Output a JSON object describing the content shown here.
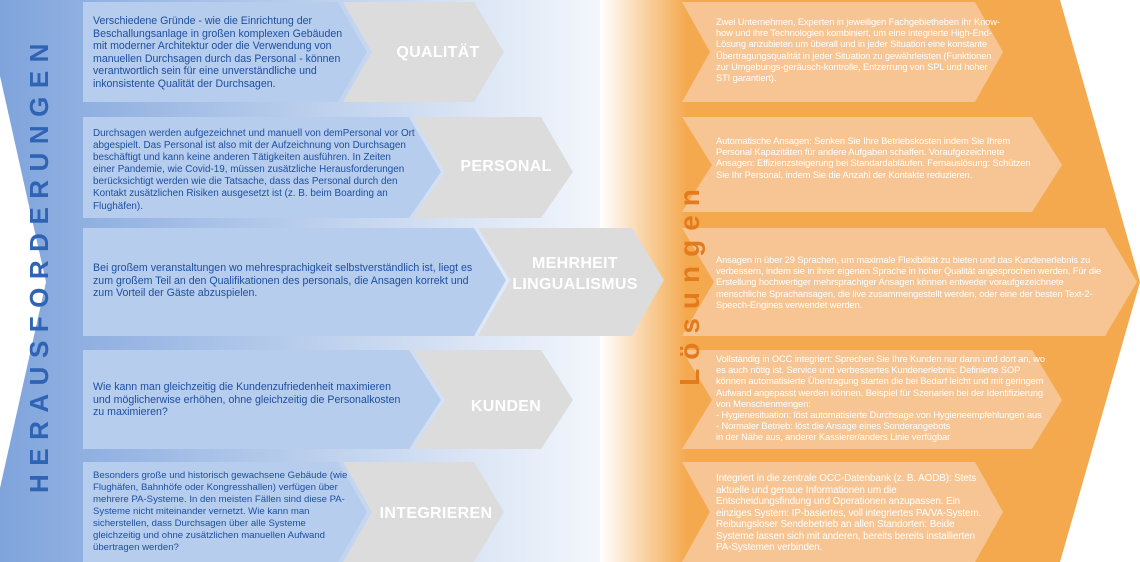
{
  "left_title": "HERAUSFORDERUNGEN",
  "right_title": "Lösungen",
  "colors": {
    "left_gradient_start": "#7fa4dc",
    "left_gradient_end": "#ffffff",
    "right_gradient_start": "#ffffff",
    "right_gradient_end": "#f4a94f",
    "blue_box": "#b7cdee",
    "grey_chevron": "#dcdcdc",
    "orange_box": "#f7c593",
    "blue_text": "#1d4fa0",
    "orange_title": "#e37b1c"
  },
  "rows": [
    {
      "label": "QUALITÄT",
      "challenge": "Verschiedene Gründe - wie die Einrichtung der Beschallungsanlage in großen komplexen Gebäuden mit moderner Architektur oder die Verwendung von manuellen Durchsagen durch das Personal - können verantwortlich sein für eine unverständliche und inkonsistente Qualität der Durchsagen.",
      "solution": "Zwei Unternehmen, Experten in jeweiligen Fachgebietheben ihr Know-how und ihre Technologien kombiniert, um eine integrierte High-End-Lösung anzubieten um überall und in jeder Situation eine konstante Übertragungsqualität in jeder Situation zu gewährleisten (Funktionen zur Umgebungs-geräusch-kontrolle, Entzerrung von SPL und hoher STI garantiert)."
    },
    {
      "label": "PERSONAL",
      "challenge": "Durchsagen werden aufgezeichnet und manuell von demPersonal vor Ort abgespielt. Das Personal ist also mit der Aufzeichnung von Durchsagen beschäftigt und kann keine anderen Tätigkeiten ausführen. In Zeiten einer Pandemie, wie Covid-19, müssen zusätzliche Herausforderungen berücksichtigt werden wie die Tatsache, dass das Personal durch den Kontakt zusätzlichen Risiken ausgesetzt ist (z. B. beim Boarding an Flughäfen).",
      "solution": "Automatische Ansagen: Senken Sie Ihre Betriebskosten indem Sie Ihrem Personal Kapazitäten für andere Aufgaben schaffen. Voraufgezeichnete Ansagen: Effizienzsteigerung bei Standardabläufen. Fernauslösung: Schützen Sie Ihr Personal, indem Sie die Anzahl der Kontakte reduzieren."
    },
    {
      "label": "MEHRHEIT LINGUALISMUS",
      "challenge": "Bei großem veranstaltungen wo mehresprachigkeit selbstverständlich ist, liegt es zum großem Teil an den Qualifikationen des personals, die Ansagen korrekt und zum Vorteil der Gäste abzuspielen.",
      "solution": "Ansagen in über 29 Sprachen, um maximale Flexibilität zu bieten und das Kundenerlebnis zu verbessern, indem sie in ihrer eigenen Sprache in hoher Qualität angesprochen werden. Für die Erstellung hochwertiger mehrsprachiger Ansagen können entweder voraufgezeichnete menschliche Sprachansagen, die live zusammengestellt werden, oder eine der besten Text-2-Speech-Engines verwendet werden."
    },
    {
      "label": "KUNDEN",
      "challenge": "Wie kann man gleichzeitig die Kundenzufriedenheit maximieren und möglicherwise erhöhen, ohne gleichzeitig die Personalkosten zu maximieren?",
      "solution": "Vollständig in OCC integriert: Sprechen Sie Ihre Kunden nur dann und dort an, wo es auch nötig ist. Service und verbessertes Kundenerlebnis: Definierte SOP können automatisierte Übertragung starten die bei Bedarf leicht und mit geringem Aufwand angepasst werden können. Beispiel für Szenarien bei der Identifizierung von Menschenmengen:\n- Hygienesituation: löst automatisierte Durchsage von Hygieneempfehlungen aus\n- Normaler Betrieb: löst die Ansage eines Sonderangebots\n  in der Nähe aus, anderer Kassierer/anders Linie verfügbar"
    },
    {
      "label": "INTEGRIEREN",
      "challenge": "Besonders große und historisch gewachsene Gebäude (wie Flughäfen, Bahnhöfe oder Kongresshallen) verfügen über mehrere PA-Systeme. In den meisten Fällen sind diese PA-Systeme nicht miteinander vernetzt. Wie kann man sicherstellen, dass Durchsagen über alle Systeme gleichzeitig und ohne zusätzlichen manuellen Aufwand übertragen werden?",
      "solution": "Integriert in die zentrale OCC-Datenbank (z. B. AODB): Stets aktuelle und genaue Informationen um die Entscheidungsfindung und Operationen anzupassen. Ein einziges System: IP-basiertes, voll integriertes PA/VA-System. Reibungsloser Sendebetrieb an allen Standorten: Beide Systeme lassen sich mit anderen, bereits bereits installierten PA-Systemen verbinden."
    }
  ]
}
